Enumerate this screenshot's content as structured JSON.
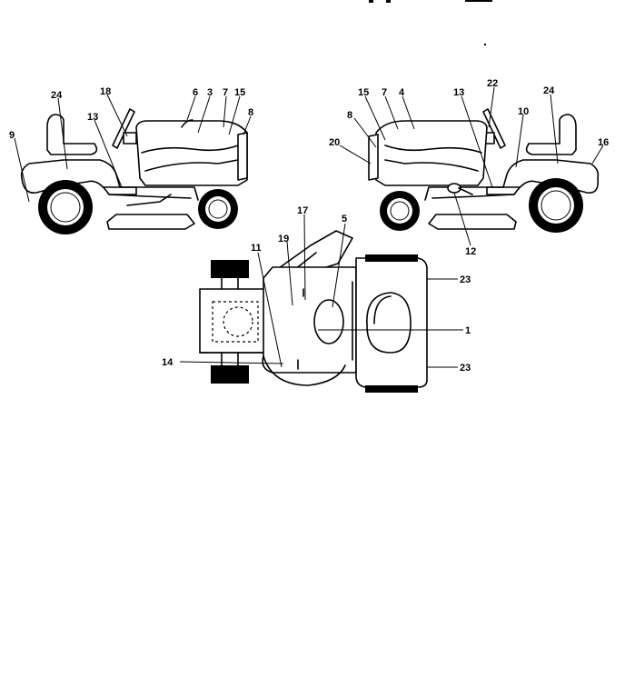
{
  "callouts": {
    "c1": "1",
    "c3": "3",
    "c4": "4",
    "c5": "5",
    "c6": "6",
    "c7": "7",
    "c8": "8",
    "c9": "9",
    "c10": "10",
    "c11": "11",
    "c12": "12",
    "c13": "13",
    "c14": "14",
    "c15": "15",
    "c16": "16",
    "c17": "17",
    "c18": "18",
    "c19": "19",
    "c20": "20",
    "c22": "22",
    "c23": "23",
    "c24": "24"
  }
}
